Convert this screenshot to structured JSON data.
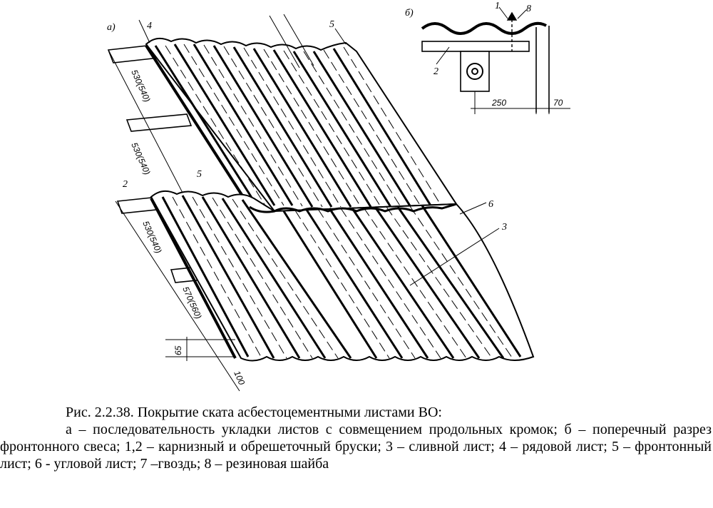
{
  "figure": {
    "panel_labels": {
      "a": "а)",
      "b": "б)"
    },
    "part_labels": {
      "p1": "1",
      "p2_b": "2",
      "p2_a": "2",
      "p3": "3",
      "p4": "4",
      "p5_top": "5",
      "p5_mid": "5",
      "p6": "6",
      "p8": "8"
    },
    "dimensions": {
      "d1": "530(540)",
      "d2": "530(540)",
      "d3": "530(540)",
      "d4": "570(560)",
      "d65": "65",
      "d100": "100",
      "d250": "250",
      "d70": "70"
    }
  },
  "caption": {
    "title": "Рис. 2.2.38. Покрытие ската  асбестоцементными листами ВО:",
    "body": "а – последовательность укладки листов  с совмещением продольных кромок; б – поперечный разрез фронтонного свеса; 1,2 – карнизный и обрешеточный бруски; 3 – сливной лист; 4 – рядовой лист; 5 – фронтонный лист; 6 - угловой лист; 7 –гвоздь; 8 – резиновая шайба"
  }
}
